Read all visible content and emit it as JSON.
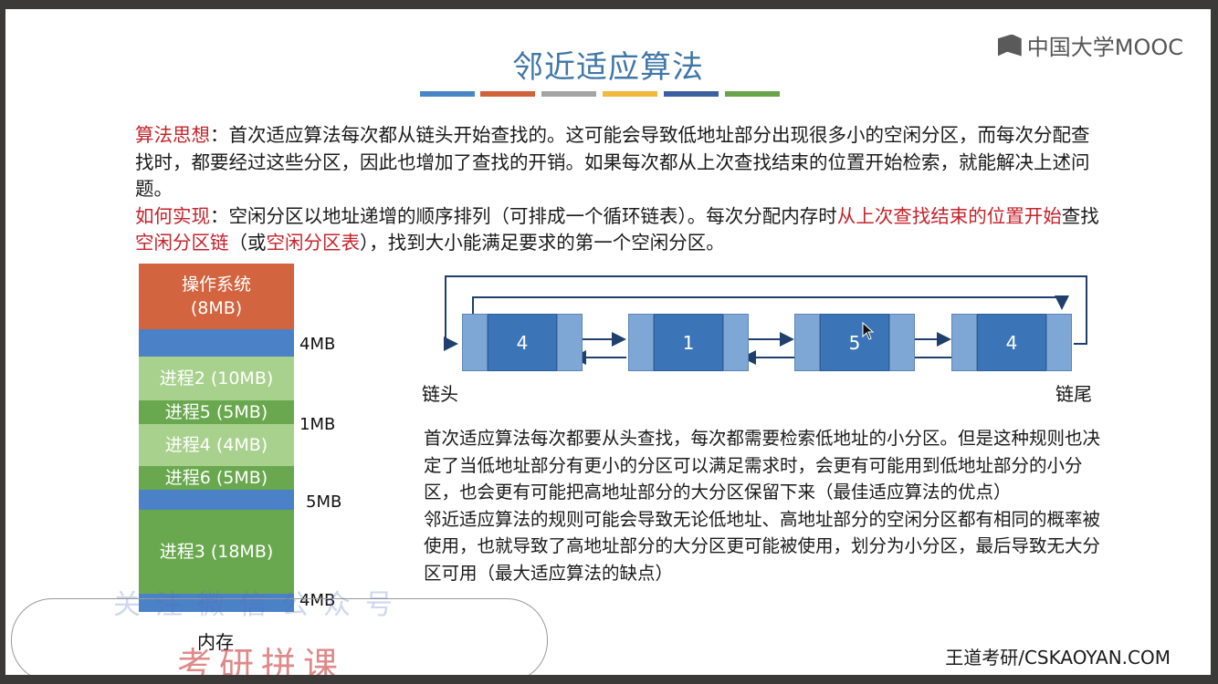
{
  "slide": {
    "title": "邻近适应算法",
    "logo_text": "中国大学MOOC",
    "color_bars": [
      "#4a86c6",
      "#d0623b",
      "#a4a4a4",
      "#efb93c",
      "#3d5f9f",
      "#6aa44a"
    ],
    "idea_label": "算法思想",
    "idea_text": "：首次适应算法每次都从链头开始查找的。这可能会导致低地址部分出现很多小的空闲分区，而每次分配查找时，都要经过这些分区，因此也增加了查找的开销。如果每次都从上次查找结束的位置开始检索，就能解决上述问题。",
    "impl_label": "如何实现",
    "impl_text_1": "：空闲分区以地址递增的顺序排列（可排成一个循环链表）。每次分配内存时",
    "impl_red_1": "从上次查找结束的位置开始",
    "impl_text_2": "查找",
    "impl_red_2": "空闲分区链",
    "impl_text_3": "（或",
    "impl_red_3": "空闲分区表",
    "impl_text_4": "），找到大小能满足要求的第一个空闲分区。",
    "memory": {
      "blocks": [
        {
          "label": "操作系统\n(8MB)",
          "color": "#d2643f"
        },
        {
          "label": "",
          "color": "#4b81c6"
        },
        {
          "label": "进程2 (10MB)",
          "color": "#a9d18e"
        },
        {
          "label": "进程5 (5MB)",
          "color": "#6aa84f"
        },
        {
          "label": "进程4 (4MB)",
          "color": "#a9d18e"
        },
        {
          "label": "进程6 (5MB)",
          "color": "#6aa84f"
        },
        {
          "label": "",
          "color": "#4b81c6"
        },
        {
          "label": "进程3 (18MB)",
          "color": "#6aa84f"
        },
        {
          "label": "",
          "color": "#4b81c6"
        }
      ],
      "free_sizes": [
        "4MB",
        "1MB",
        "5MB",
        "4MB"
      ],
      "caption": "内存"
    },
    "list": {
      "nodes": [
        "4",
        "1",
        "5",
        "4"
      ],
      "head_label": "链头",
      "tail_label": "链尾"
    },
    "desc_1": "首次适应算法每次都要从头查找，每次都需要检索低地址的小分区。但是这种规则也决定了当低地址部分有更小的分区可以满足需求时，会更有可能用到低地址部分的小分区，也会更有可能把高地址部分的大分区保留下来（最佳适应算法的优点）",
    "desc_2": "邻近适应算法的规则可能会导致无论低地址、高地址部分的空闲分区都有相同的概率被使用，也就导致了高地址部分的大分区更可能被使用，划分为小分区，最后导致无大分区可用（最大适应算法的缺点）",
    "watermark": "关注微信公众号",
    "stamp": "考研拼课",
    "footer": "王道考研/CSKAOYAN.COM"
  }
}
